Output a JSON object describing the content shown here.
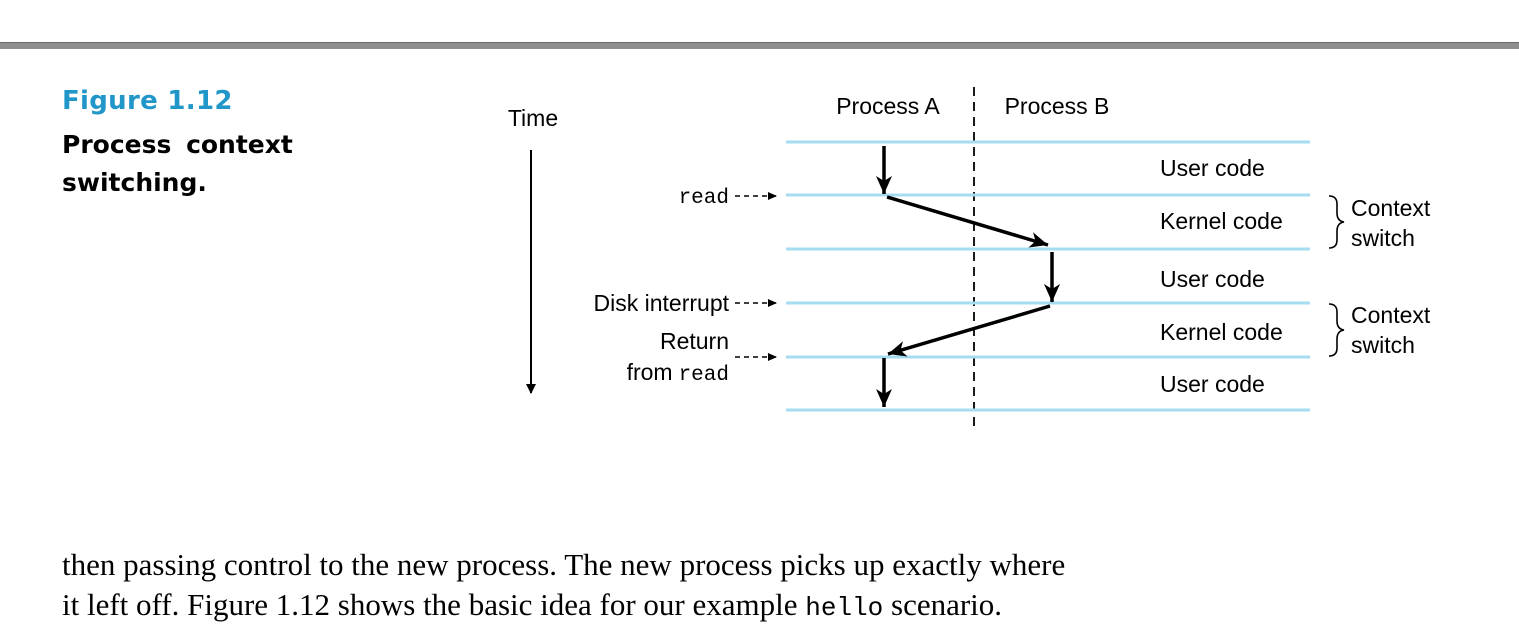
{
  "figure": {
    "number": "Figure 1.12",
    "caption": "Process context switching."
  },
  "diagram": {
    "time_label": "Time",
    "process_a": "Process A",
    "process_b": "Process B",
    "bands": [
      "User code",
      "Kernel code",
      "User code",
      "Kernel code",
      "User code"
    ],
    "context_switch": [
      "Context",
      "switch"
    ],
    "events": {
      "read": "read",
      "disk_interrupt": "Disk interrupt",
      "return_from": "Return",
      "from_word": "from",
      "from_code": "read"
    },
    "colors": {
      "band_line": "#a6dcf2",
      "figure_title": "#2196c9"
    }
  },
  "body": {
    "line1": "then passing control to the new process. The new process picks up exactly where",
    "line2_pre": "it left off. Figure 1.12 shows the basic idea for our example ",
    "line2_code": "hello",
    "line2_post": " scenario."
  }
}
